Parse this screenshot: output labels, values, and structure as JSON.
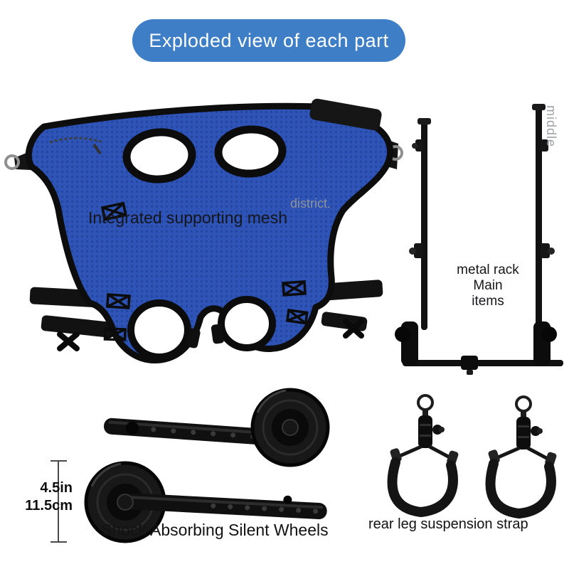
{
  "title_badge": {
    "label": "Exploded view of each part"
  },
  "annotations": {
    "mesh_label": "Integrated supporting mesh",
    "watermark": "district.",
    "rack_label_line1": "metal rack",
    "rack_label_line2": "Main",
    "rack_label_line3": "items",
    "rack_side_label": "middle",
    "dimension_inches": "4.5in",
    "dimension_cm": "11.5cm",
    "wheels_label": "Shock Absorbing Silent Wheels",
    "straps_label": "rear leg suspension strap"
  },
  "colors": {
    "badge_blue": "#3d7ec6",
    "mesh_blue": "#2e54b8",
    "part_black": "#121212",
    "watermark_gray": "#8f949c",
    "text_dark": "#15151c",
    "background": "#ffffff"
  }
}
